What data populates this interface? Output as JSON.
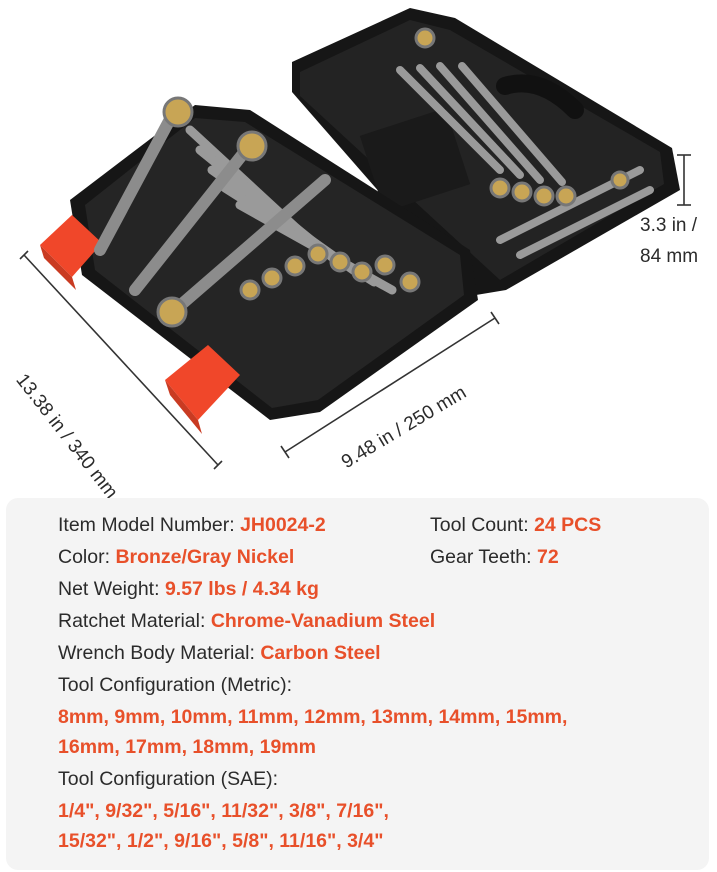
{
  "dimensions": {
    "height_line1": "3.3 in /",
    "height_line2": "84 mm",
    "length": "13.38 in / 340 mm",
    "width": "9.48 in / 250 mm"
  },
  "specs": {
    "model_label": "Item Model Number: ",
    "model_value": "JH0024-2",
    "count_label": "Tool Count: ",
    "count_value": "24 PCS",
    "color_label": "Color: ",
    "color_value": "Bronze/Gray Nickel",
    "teeth_label": "Gear Teeth: ",
    "teeth_value": "72",
    "weight_label": "Net Weight: ",
    "weight_value": "9.57 lbs / 4.34 kg",
    "ratchet_label": "Ratchet Material: ",
    "ratchet_value": "Chrome-Vanadium Steel",
    "body_label": "Wrench Body Material: ",
    "body_value": "Carbon Steel",
    "metric_label": "Tool Configuration (Metric):",
    "metric_line1": "8mm, 9mm, 10mm, 11mm, 12mm, 13mm, 14mm, 15mm,",
    "metric_line2": "16mm, 17mm, 18mm, 19mm",
    "sae_label": "Tool Configuration (SAE):",
    "sae_line1": "1/4\", 9/32\", 5/16\", 11/32\", 3/8\", 7/16\",",
    "sae_line2": "15/32\", 1/2\", 9/16\", 5/8\", 11/16\", 3/4\""
  },
  "colors": {
    "accent": "#e8502a",
    "case": "#1c1c1c",
    "latch": "#f0472a",
    "card": "#f4f4f4"
  }
}
